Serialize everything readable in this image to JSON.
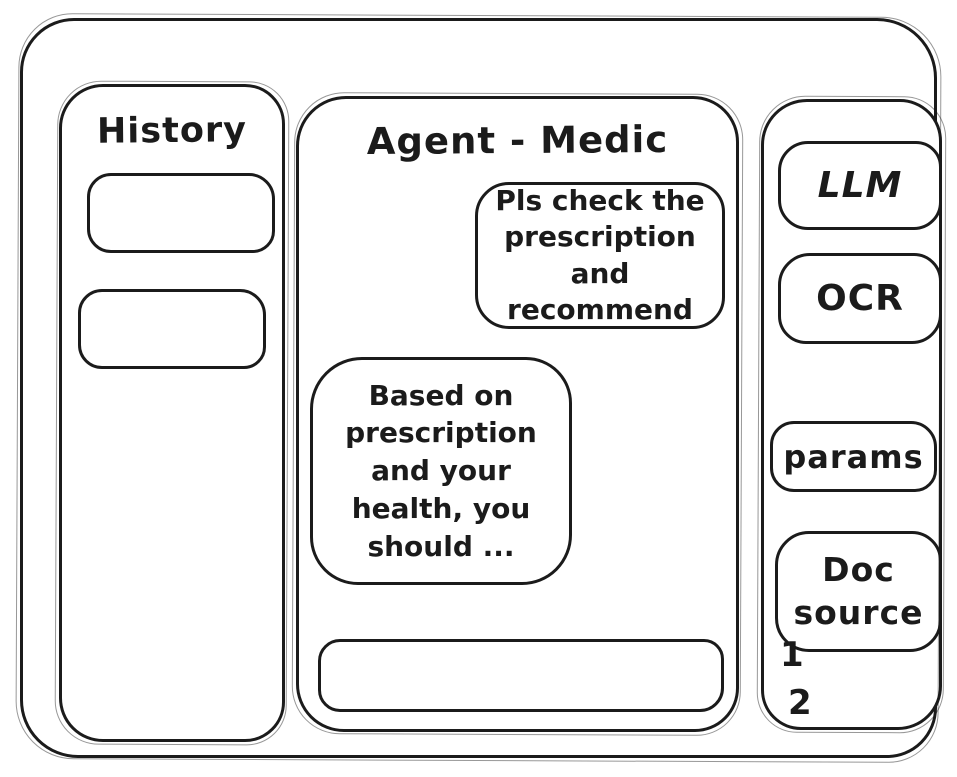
{
  "colors": {
    "stroke": "#1b1b1b",
    "background": "#ffffff"
  },
  "history": {
    "title": "History",
    "items": [
      {
        "label": ""
      },
      {
        "label": ""
      }
    ]
  },
  "chat": {
    "title": "Agent - Medic",
    "messages": [
      {
        "role": "user",
        "text": "Pls check the prescription and recommend"
      },
      {
        "role": "assistant",
        "text": "Based on prescription and your health, you should ..."
      }
    ],
    "input": {
      "value": "",
      "placeholder": ""
    }
  },
  "tools": {
    "items": [
      {
        "label": "LLM"
      },
      {
        "label": "OCR"
      },
      {
        "label": "params"
      },
      {
        "label": "Doc source"
      }
    ],
    "doc_items": [
      "1",
      "2"
    ]
  }
}
